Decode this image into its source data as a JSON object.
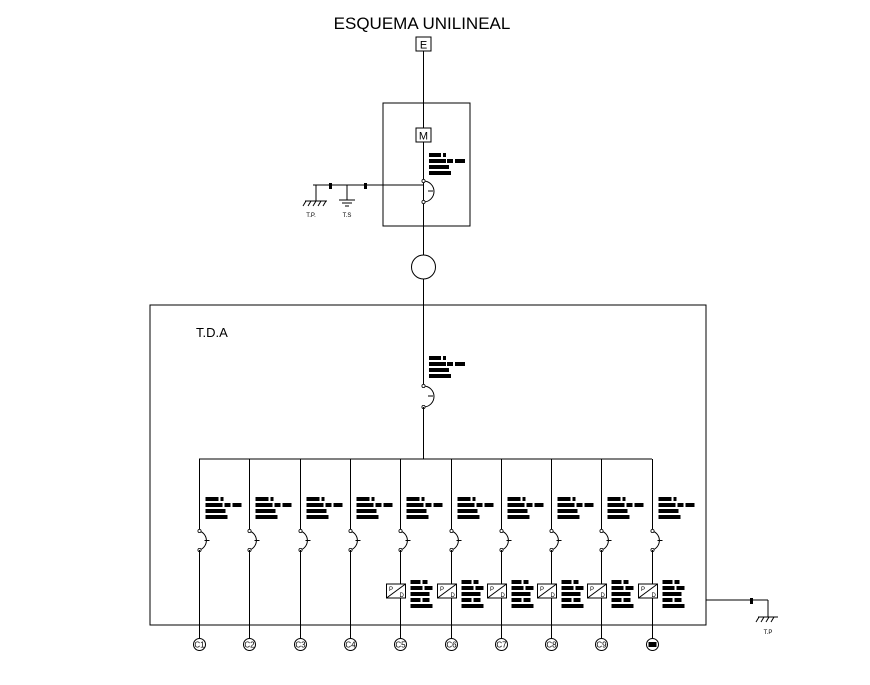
{
  "diagram": {
    "title": "ESQUEMA UNILINEAL",
    "source_label": "E",
    "meter_label": "M",
    "panel_label": "T.D.A",
    "ground_main_label": "T.P.",
    "ground_service_label": "T.S",
    "ground_panel_label": "T.P",
    "rcd_top_label": "P",
    "rcd_bottom_label": "D",
    "circuits": [
      "C1",
      "C2",
      "C3",
      "C4",
      "C5",
      "C6",
      "C7",
      "C8",
      "C9",
      ""
    ],
    "circuits_with_differential": [
      "C5",
      "C6",
      "C7",
      "C8",
      "C9",
      "C10"
    ],
    "colors": {
      "line": "#000000",
      "background": "#ffffff"
    }
  }
}
